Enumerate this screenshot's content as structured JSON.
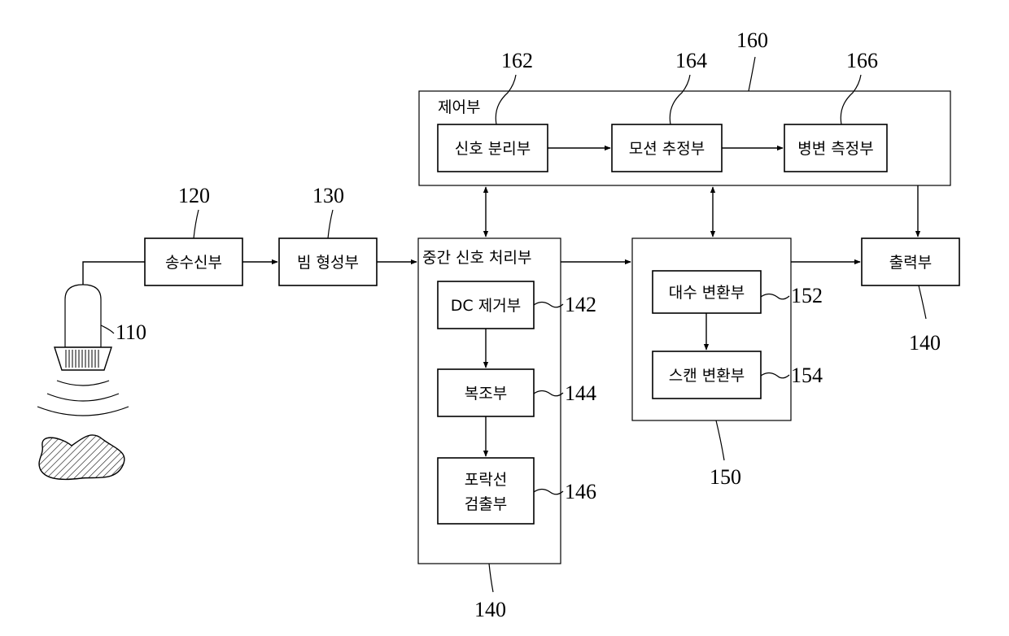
{
  "diagram": {
    "blocks": {
      "control": "제어부",
      "signal_separator": "신호 분리부",
      "motion_estimator": "모션 추정부",
      "lesion_measurer": "병변 측정부",
      "transceiver": "송수신부",
      "beamformer": "빔 형성부",
      "intermediate_processor": "중간 신호 처리부",
      "dc_remover": "DC 제거부",
      "demodulator": "복조부",
      "envelope_line1": "포락선",
      "envelope_line2": "검출부",
      "log_converter": "대수 변환부",
      "scan_converter": "스캔 변환부",
      "output": "출력부"
    },
    "refs": {
      "probe": "110",
      "transceiver": "120",
      "beamformer": "130",
      "intermediate": "140",
      "dc": "142",
      "demod": "144",
      "envelope": "146",
      "post": "150",
      "log": "152",
      "scan": "154",
      "control": "160",
      "separator": "162",
      "motion": "164",
      "lesion": "166",
      "output": "140"
    }
  }
}
